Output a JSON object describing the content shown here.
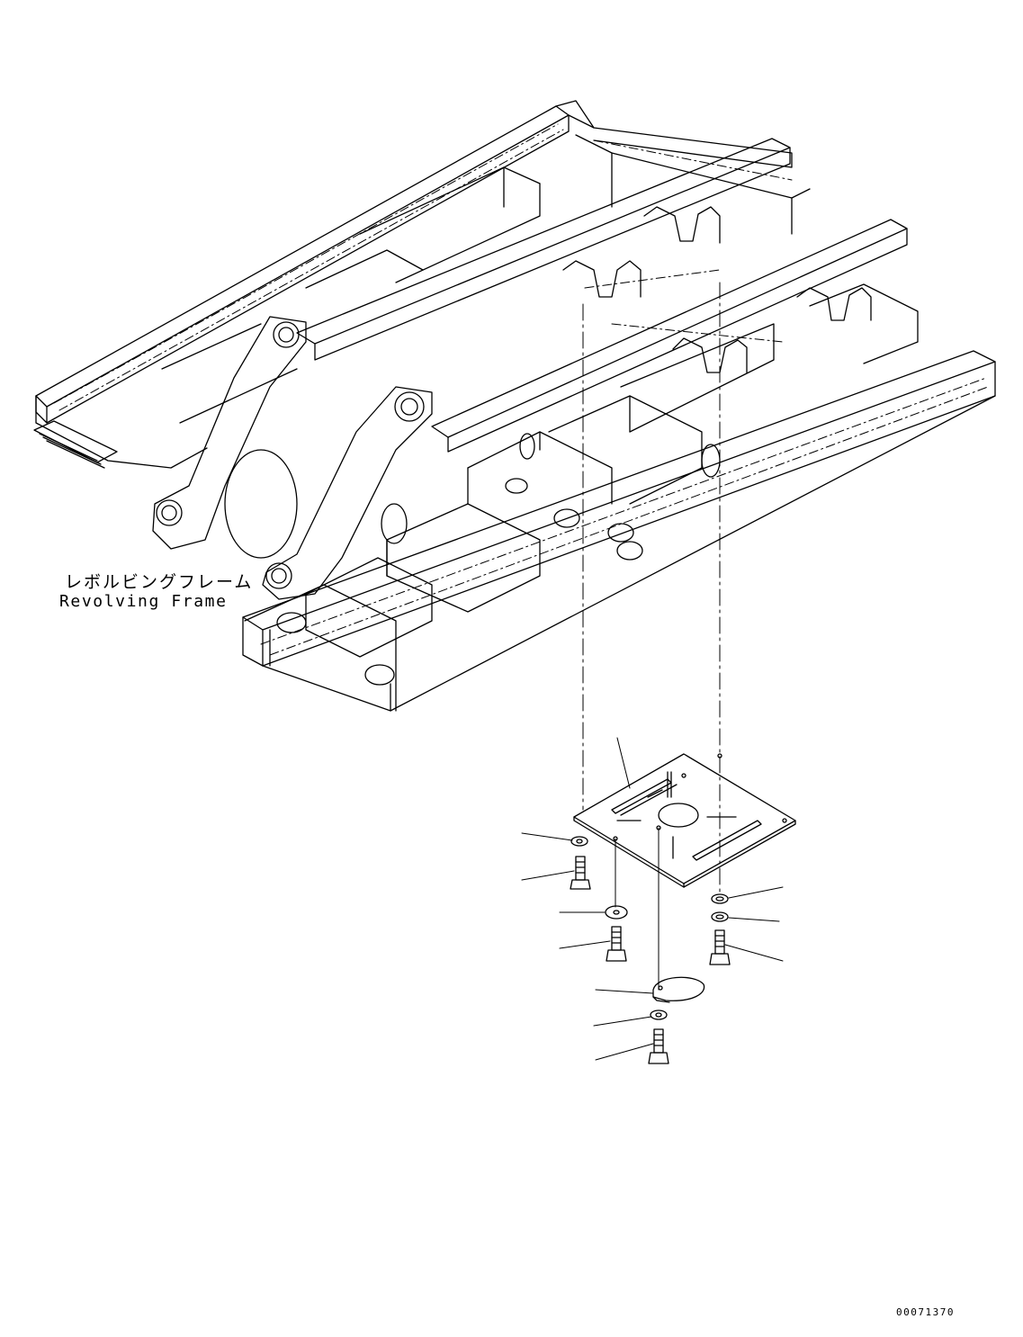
{
  "labels": {
    "frame_name_jp": "レボルビングフレーム",
    "frame_name_en": "Revolving Frame"
  },
  "figure_number": "00071370",
  "colors": {
    "line": "#000000",
    "background": "#ffffff"
  }
}
